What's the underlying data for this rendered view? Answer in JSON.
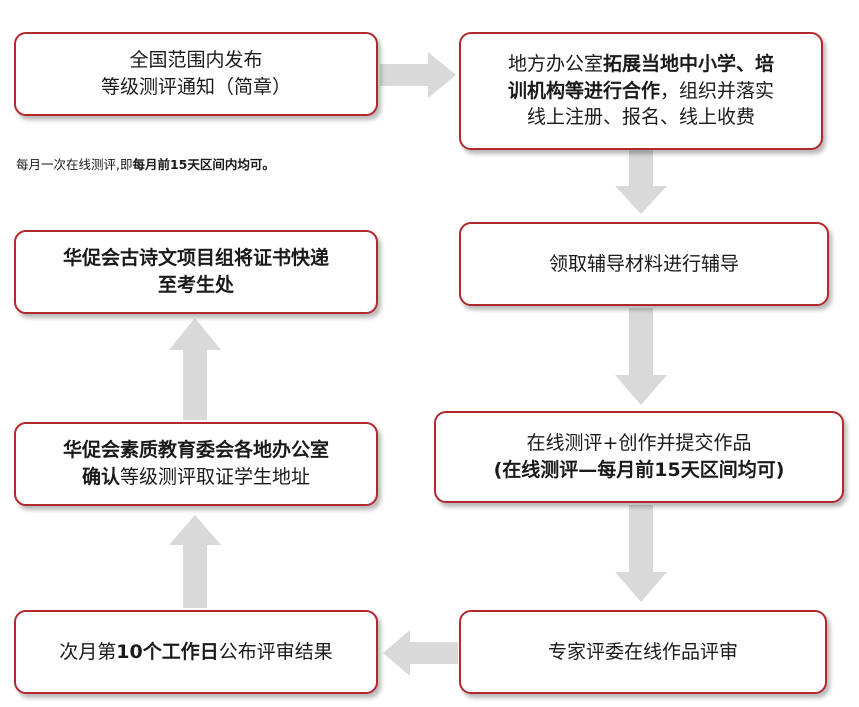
{
  "steps": {
    "notice": {
      "line1": "全国范围内发布",
      "line2": "等级测评通知（简章）"
    },
    "local_office": {
      "l1_a": "地方办公室",
      "l1_b": "拓展当地中小学、培",
      "l2_a": "训机构等进行合作",
      "l2_b": "，组织并落实",
      "l3": "线上注册、报名、线上收费"
    },
    "materials": {
      "line1": "领取辅导材料进行辅导"
    },
    "online_test": {
      "line1": "在线测评+创作并提交作品",
      "line2": "(在线测评—每月前15天区间均可)"
    },
    "expert_review": {
      "line1": "专家评委在线作品评审"
    },
    "results": {
      "part_a": "次月第",
      "part_b": "10个工作日",
      "part_c": "公布评审结果"
    },
    "confirm_address": {
      "line1": "华促会素质教育委会各地办公室",
      "line2_a": "确认",
      "line2_b": "等级测评取证学生地址"
    },
    "certificate": {
      "line1": "华促会古诗文项目组将证书快递",
      "line2": "至考生处"
    }
  },
  "note": {
    "part_a": "每月一次在线测评,即",
    "part_b": "每月前15天区间内均可。"
  },
  "colors": {
    "box_border": "#b3282d",
    "arrow": "#d9d9d9"
  }
}
